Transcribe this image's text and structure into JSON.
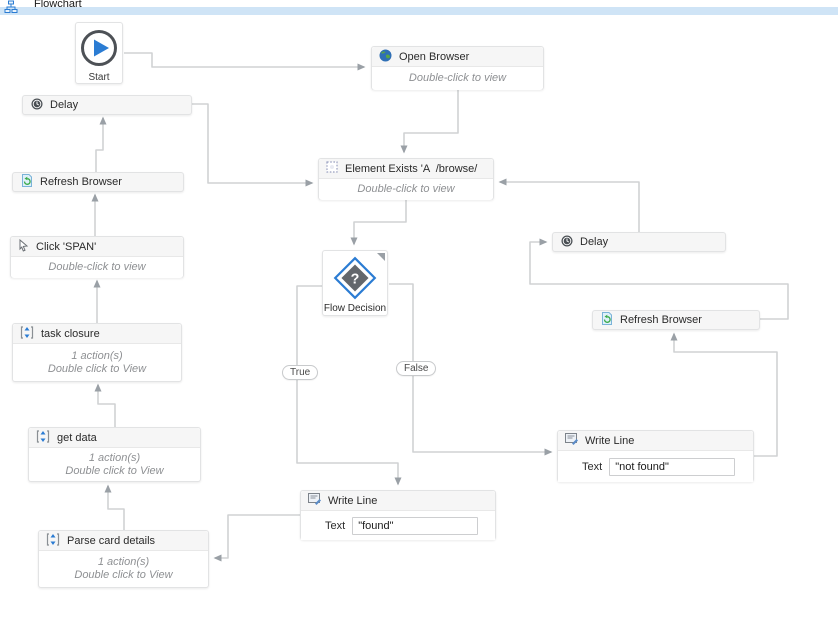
{
  "header": {
    "title": "Flowchart"
  },
  "nodes": {
    "start": {
      "label": "Start"
    },
    "open_browser": {
      "title": "Open Browser",
      "body": "Double-click to view"
    },
    "delay_left": {
      "title": "Delay"
    },
    "refresh_left": {
      "title": "Refresh Browser"
    },
    "click_span": {
      "title": "Click 'SPAN'",
      "body": "Double-click to view"
    },
    "task_closure": {
      "title": "task closure",
      "actions": "1 action(s)",
      "hint": "Double click to View"
    },
    "get_data": {
      "title": "get data",
      "actions": "1 action(s)",
      "hint": "Double click to View"
    },
    "parse_card": {
      "title": "Parse card details",
      "actions": "1 action(s)",
      "hint": "Double click to View"
    },
    "element_exists": {
      "title": "Element Exists 'A  /browse/",
      "body": "Double-click to view"
    },
    "flow_decision": {
      "label": "Flow Decision",
      "glyph": "?"
    },
    "delay_right": {
      "title": "Delay"
    },
    "refresh_right": {
      "title": "Refresh Browser"
    },
    "write_line_not_found": {
      "title": "Write Line",
      "field_label": "Text",
      "value": "\"not found\""
    },
    "write_line_found": {
      "title": "Write Line",
      "field_label": "Text",
      "value": "\"found\""
    }
  },
  "branches": {
    "true_label": "True",
    "false_label": "False"
  },
  "colors": {
    "accent_blue": "#2b7cd3",
    "header_band": "#cfe4f6",
    "connector": "#d0d2d4",
    "arrow": "#9aa0a6"
  }
}
